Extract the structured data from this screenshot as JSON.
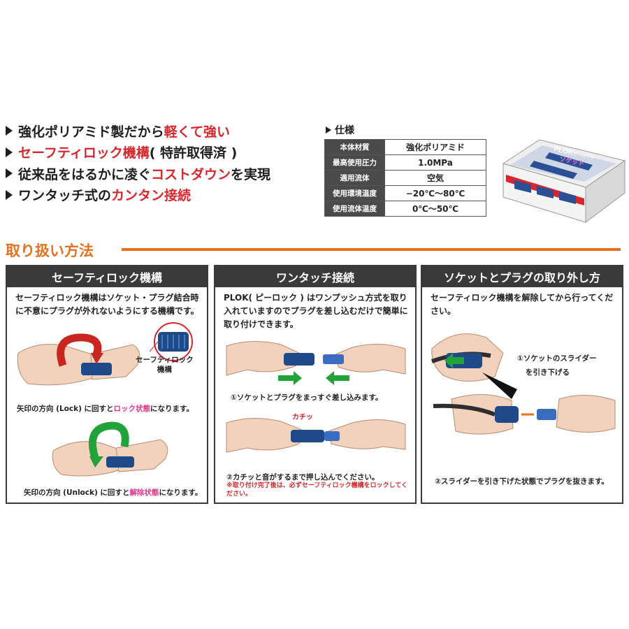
{
  "features": [
    {
      "parts": [
        {
          "t": "強化ポリアミド製だから",
          "red": false
        },
        {
          "t": "軽くて強い",
          "red": true
        }
      ]
    },
    {
      "parts": [
        {
          "t": "セーフティロック機構",
          "red": true
        },
        {
          "t": "( 特許取得済 )",
          "red": false
        }
      ]
    },
    {
      "parts": [
        {
          "t": "従来品をはるかに凌ぐ",
          "red": false
        },
        {
          "t": "コストダウン",
          "red": true
        },
        {
          "t": "を実現",
          "red": false
        }
      ]
    },
    {
      "parts": [
        {
          "t": "ワンタッチ式の",
          "red": false
        },
        {
          "t": "カンタン接続",
          "red": true
        }
      ]
    }
  ],
  "specs": {
    "title": "仕様",
    "rows": [
      {
        "key": "本体材質",
        "value": "強化ポリアミド"
      },
      {
        "key": "最高使用圧力",
        "value": "1.0MPa"
      },
      {
        "key": "適用流体",
        "value": "空気"
      },
      {
        "key": "使用環境温度",
        "value": "−20℃〜80℃"
      },
      {
        "key": "使用流体温度",
        "value": "0℃〜50℃"
      }
    ]
  },
  "product_box": {
    "brand": "PLOK",
    "sub": "ピーロック",
    "name": "ソケット"
  },
  "section": {
    "title": "取り扱い方法"
  },
  "panels": {
    "lock": {
      "title": "セーフティロック機構",
      "body": "セーフティロック機構はソケット・プラグ結合時に不意にプラグが外れないようにする機構です。",
      "callout_line1": "セーフティロック",
      "callout_line2": "機構",
      "lock_caption_a": "矢印の方向 (Lock) に回すと",
      "lock_caption_b": "ロック状態",
      "lock_caption_c": "になります。",
      "unlock_caption_a": "矢印の方向 (Unlock) に回すと",
      "unlock_caption_b": "解除状態",
      "unlock_caption_c": "になります。"
    },
    "connect": {
      "title": "ワンタッチ接続",
      "body": "PLOK( ピーロック ) はワンプッシュ方式を取り入れていますのでプラグを差し込むだけで簡単に取り付けできます。",
      "step1": "①ソケットとプラグをまっすぐ差し込みます。",
      "click_label": "カチッ",
      "step2": "②カチッと音がするまで押し込んでください。",
      "note": "※取り付け完了後は、必ずセーフティロック機構をロックしてください。"
    },
    "remove": {
      "title": "ソケットとプラグの取り外し方",
      "body": "セーフティロック機構を解除してから行ってください。",
      "step1_line1": "①ソケットのスライダー",
      "step1_line2": "を引き下げる",
      "step2": "②スライダーを引き下げた状態でプラグを抜きます。"
    }
  },
  "colors": {
    "accent_red": "#d7262c",
    "accent_orange": "#e8711f",
    "pink": "#e5338a",
    "panel_dark": "#3a3a3a",
    "socket_blue": "#1f4a8a",
    "arrow_green": "#22a33a"
  }
}
